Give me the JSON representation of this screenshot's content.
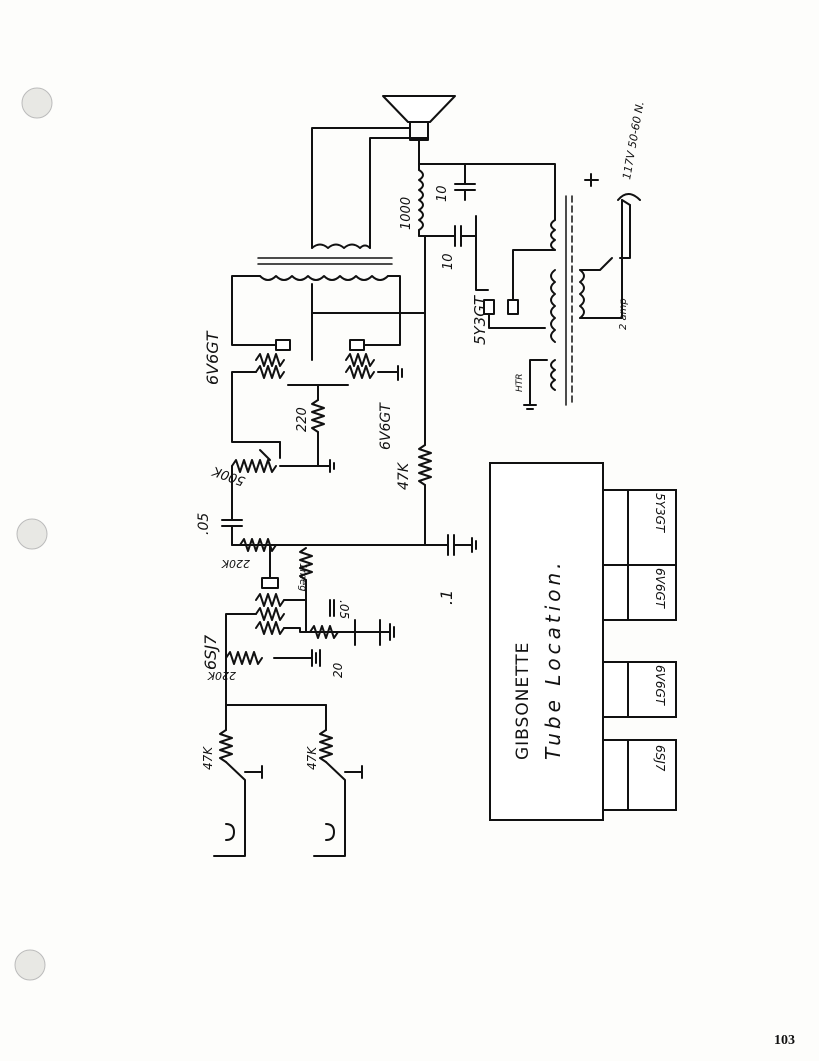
{
  "page": {
    "number": "103"
  },
  "labels": {
    "v1": "6SJ7",
    "v2": "6V6GT",
    "v3": "6V6GT",
    "rect": "5Y3GT",
    "c_coupling": ".05",
    "c_cathode": ".05",
    "c_bypass": ".1",
    "c_20": "20",
    "c_filter1": "10",
    "c_filter2": "10",
    "r_input1": "47K",
    "r_input2": "47K",
    "r_grid": "220K",
    "r_plate": "220K",
    "r_screen": "1meg",
    "r_cath": "220",
    "r_dec": "47K",
    "pot": "500K",
    "choke": "1000",
    "mains": "117V 50-60 N.",
    "fuse": "2 amp",
    "heater": "HTR"
  },
  "tube_location": {
    "title": "GIBSONETTE",
    "subtitle": "Tube Location.",
    "sockets": [
      "5Y3GT",
      "6V6GT",
      "6V6GT",
      "6SJ7"
    ]
  }
}
